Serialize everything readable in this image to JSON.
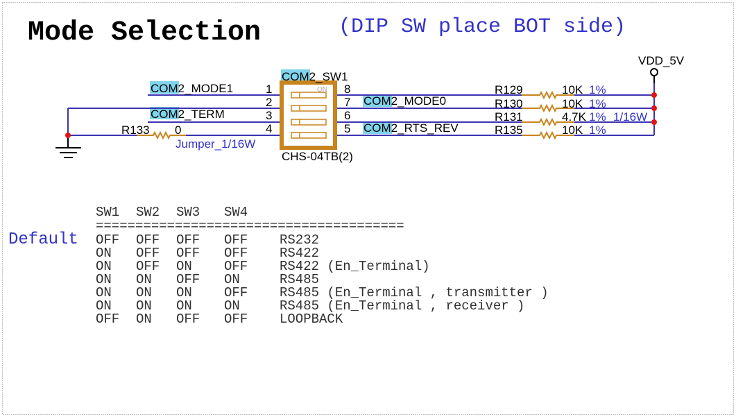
{
  "title": "Mode Selection",
  "subtitle": "(DIP SW place BOT side)",
  "power": {
    "net": "VDD_5V"
  },
  "dip_switch": {
    "ref": "COM2_SW1",
    "part": "CHS-04TB(2)",
    "on_label": "ON",
    "pins_left": [
      "1",
      "2",
      "3",
      "4"
    ],
    "pins_right": [
      "8",
      "7",
      "6",
      "5"
    ]
  },
  "nets": {
    "pin1": "COM2_MODE1",
    "pin3": "COM2_TERM",
    "pin7": "COM2_MODE0",
    "pin5": "COM2_RTS_REV"
  },
  "jumper": {
    "ref": "R133",
    "value": "0",
    "note": "Jumper_1/16W"
  },
  "pullups": [
    {
      "ref": "R129",
      "value": "10K",
      "tolerance": "1%"
    },
    {
      "ref": "R130",
      "value": "10K",
      "tolerance": "1%"
    },
    {
      "ref": "R131",
      "value": "4.7K",
      "tolerance": "1%",
      "power": "1/16W"
    },
    {
      "ref": "R135",
      "value": "10K",
      "tolerance": "1%"
    }
  ],
  "defaults": {
    "label": "Default",
    "headers": [
      "SW1",
      "SW2",
      "SW3",
      "SW4"
    ],
    "separator": "=======================================",
    "rows": [
      {
        "sw": [
          "OFF",
          "OFF",
          "OFF",
          "OFF"
        ],
        "mode": "RS232"
      },
      {
        "sw": [
          "ON",
          "OFF",
          "OFF",
          "OFF"
        ],
        "mode": "RS422"
      },
      {
        "sw": [
          "ON",
          "OFF",
          "ON",
          "OFF"
        ],
        "mode": "RS422 (En_Terminal)"
      },
      {
        "sw": [
          "ON",
          "ON",
          "OFF",
          "ON"
        ],
        "mode": "RS485"
      },
      {
        "sw": [
          "ON",
          "ON",
          "ON",
          "OFF"
        ],
        "mode": "RS485 (En_Terminal , transmitter )"
      },
      {
        "sw": [
          "ON",
          "ON",
          "ON",
          "ON"
        ],
        "mode": "RS485 (En_Terminal , receiver )"
      },
      {
        "sw": [
          "OFF",
          "ON",
          "OFF",
          "OFF"
        ],
        "mode": "LOOPBACK"
      }
    ]
  },
  "colors": {
    "wire": "#3b33b3",
    "component": "#c8841e",
    "junction": "#e01414",
    "net_highlight": "#80d4ec",
    "note_blue": "#3232c8",
    "text": "#303030"
  }
}
